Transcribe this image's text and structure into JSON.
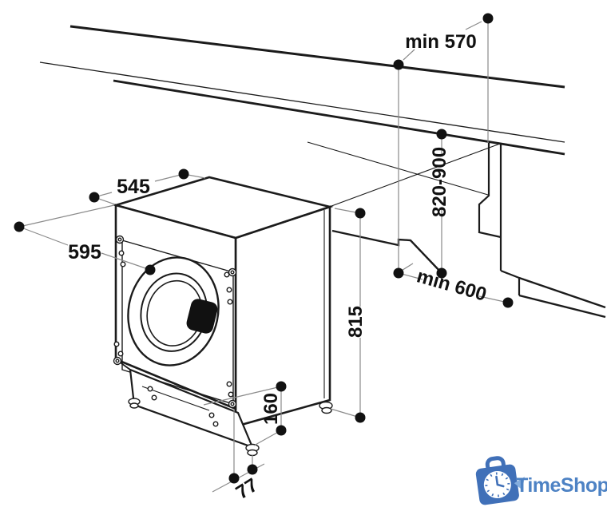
{
  "dimension_labels": {
    "machine_depth": "545",
    "machine_width": "595",
    "machine_height": "815",
    "plinth_height": "160",
    "foot_setback": "77",
    "niche_depth": "min 570",
    "niche_height": "820-900",
    "niche_width": "min 600"
  },
  "watermark": {
    "brand_name": "TimeShop",
    "brand_color": "#4d82c4",
    "icon": "bag-with-clock-icon"
  },
  "style": {
    "background": "#ffffff",
    "line_color": "#1b1b1b",
    "dimension_line_color": "#8a8a8a",
    "text_color": "#111111"
  }
}
